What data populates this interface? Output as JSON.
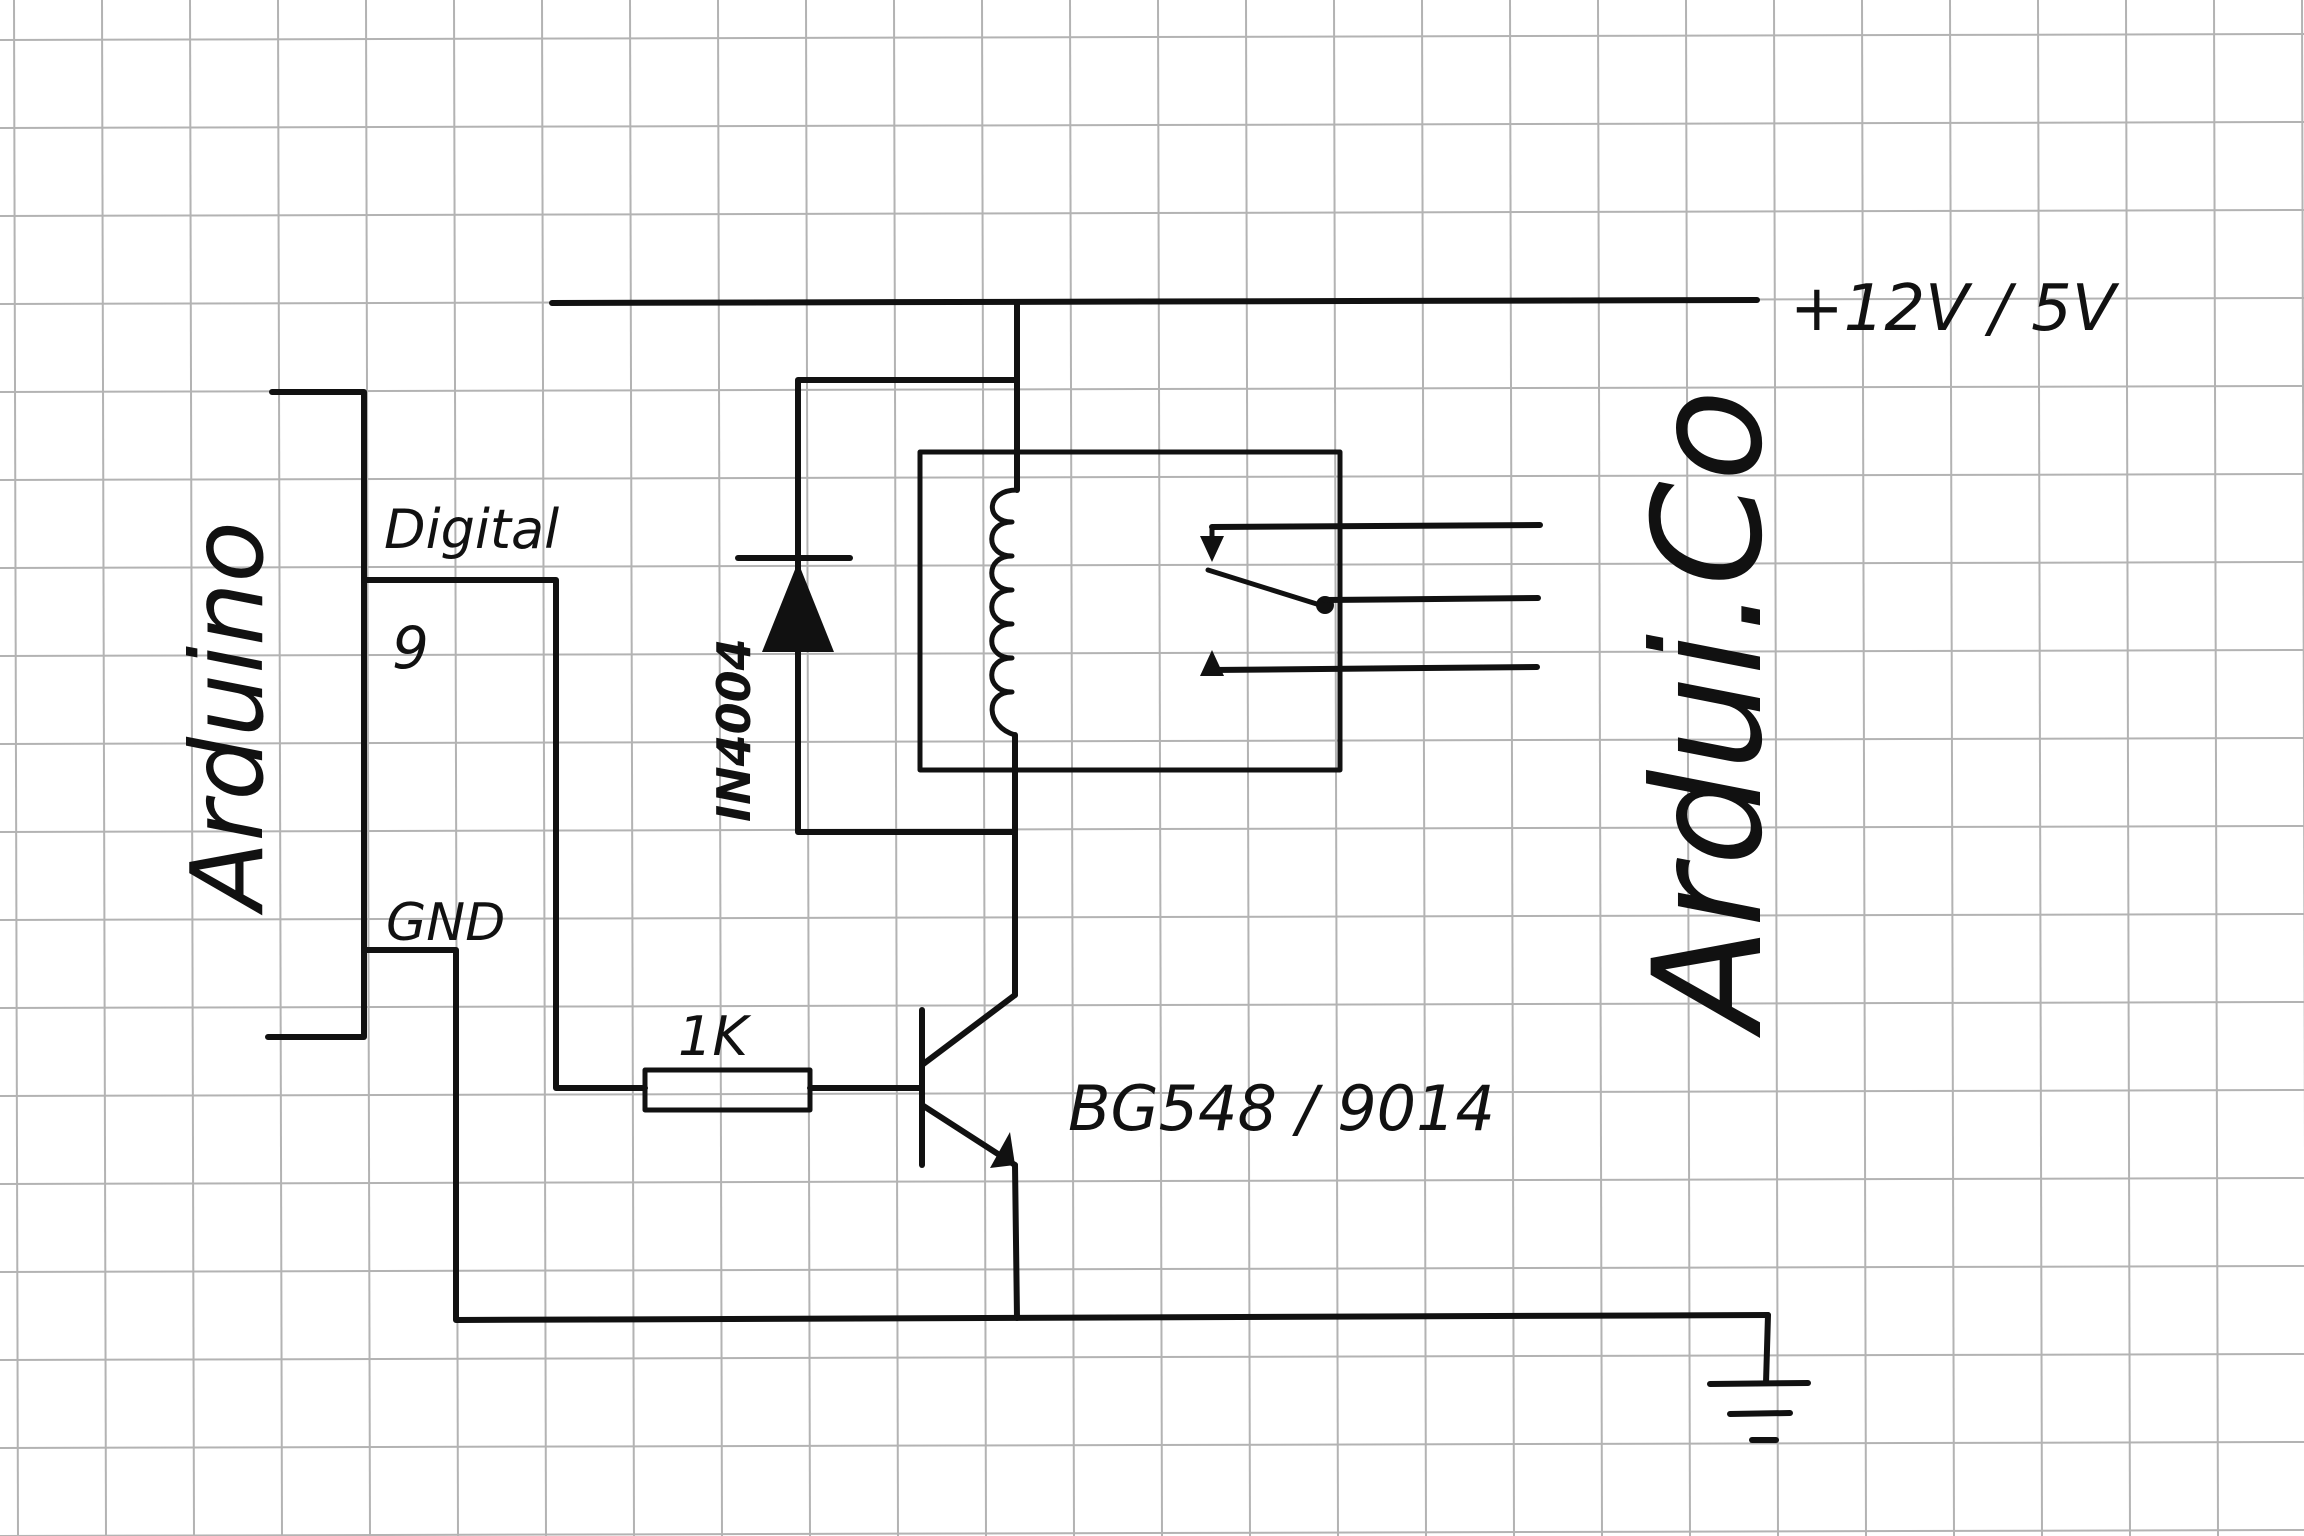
{
  "labels": {
    "supply": "+12V / 5V",
    "arduino": "Arduino",
    "digital": "Digital",
    "pin": "9",
    "gnd": "GND",
    "diode": "IN4004",
    "resistor": "1K",
    "transistor": "BG548 / 9014",
    "signature": "Ardui.Co"
  },
  "colors": {
    "paper": "#ffffff",
    "grid": "#b3b3b3",
    "ink": "#111111"
  }
}
